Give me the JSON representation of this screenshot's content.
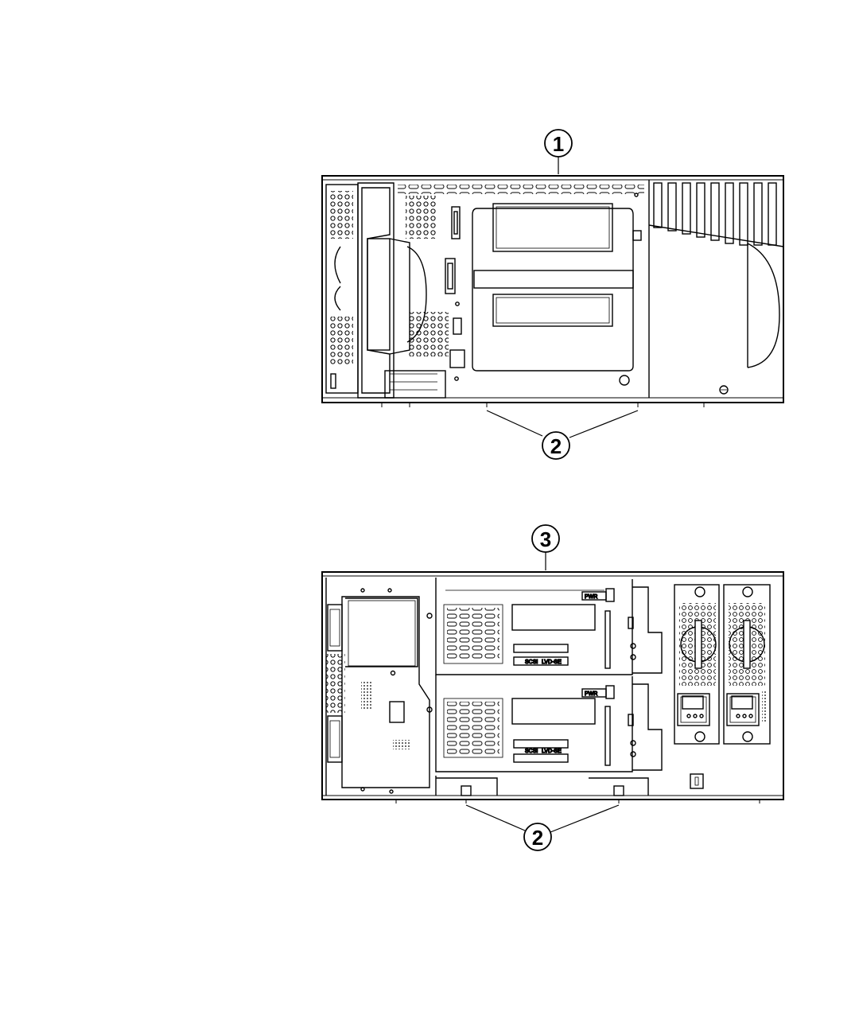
{
  "callouts": [
    {
      "id": "callout-1",
      "number": "1"
    },
    {
      "id": "callout-2-top",
      "number": "2"
    },
    {
      "id": "callout-3",
      "number": "3"
    },
    {
      "id": "callout-2-bottom",
      "number": "2"
    }
  ],
  "rear_panel_labels": {
    "drive1_port": "PWR",
    "drive1_scsi": "SCSI",
    "drive1_lvd": "LVD-SE",
    "drive2_port": "PWR",
    "drive2_scsi": "SCSI",
    "drive2_lvd": "LVD-SE"
  }
}
